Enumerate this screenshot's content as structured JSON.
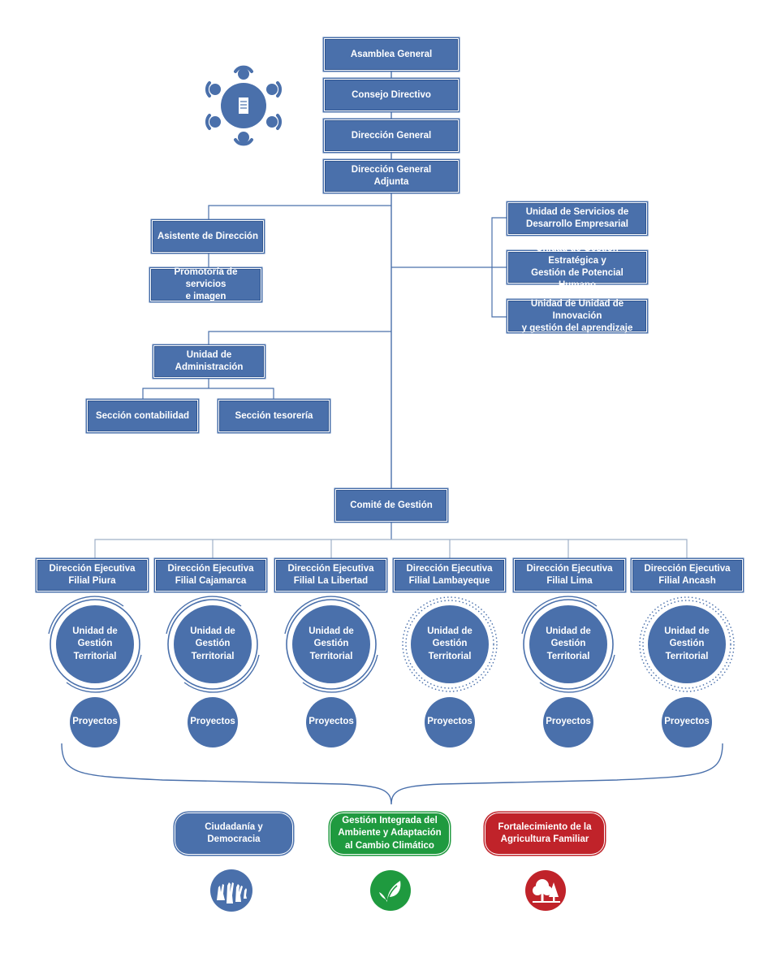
{
  "colors": {
    "primary": "#4a70ab",
    "primary_border": "#2f5590",
    "green": "#1f9a3f",
    "red": "#c0232a",
    "line": "#4a70ab",
    "light_line": "#9fb0c8"
  },
  "top_chain": [
    "Asamblea General",
    "Consejo Directivo",
    "Dirección General",
    "Dirección General\nAdjunta"
  ],
  "left_units": {
    "asistente": "Asistente de Dirección",
    "promotoria": "Promotoría de servicios\ne imagen",
    "administracion": "Unidad de\nAdministración",
    "contabilidad": "Sección contabilidad",
    "tesoreria": "Sección tesorería"
  },
  "right_units": [
    "Unidad de Servicios de\nDesarrollo Empresarial",
    "Unidad de Gestión Estratégica y\nGestión de Potencial Humano",
    "Unidad de Unidad de Innovación\ny gestión del aprendizaje"
  ],
  "comite": "Comité de Gestión",
  "filiales": [
    {
      "title": "Dirección Ejecutiva\nFilial Piura",
      "unit": "Unidad de\nGestión\nTerritorial",
      "projects": "Proyectos",
      "ring_style": "solid"
    },
    {
      "title": "Dirección Ejecutiva\nFilial Cajamarca",
      "unit": "Unidad de\nGestión\nTerritorial",
      "projects": "Proyectos",
      "ring_style": "solid"
    },
    {
      "title": "Dirección Ejecutiva\nFilial La Libertad",
      "unit": "Unidad de\nGestión\nTerritorial",
      "projects": "Proyectos",
      "ring_style": "solid"
    },
    {
      "title": "Dirección Ejecutiva\nFilial Lambayeque",
      "unit": "Unidad de\nGestión\nTerritorial",
      "projects": "Proyectos",
      "ring_style": "dotted"
    },
    {
      "title": "Dirección Ejecutiva\nFilial Lima",
      "unit": "Unidad de\nGestión\nTerritorial",
      "projects": "Proyectos",
      "ring_style": "solid"
    },
    {
      "title": "Dirección Ejecutiva\nFilial Ancash",
      "unit": "Unidad de\nGestión\nTerritorial",
      "projects": "Proyectos",
      "ring_style": "dotted"
    }
  ],
  "pillars": [
    {
      "label": "Ciudadanía y\nDemocracia",
      "color": "#4a70ab",
      "icon": "raised-hands-icon"
    },
    {
      "label": "Gestión Integrada del\nAmbiente y Adaptación\nal Cambio Climático",
      "color": "#1f9a3f",
      "icon": "leaf-icon"
    },
    {
      "label": "Fortalecimiento de la\nAgricultura Familiar",
      "color": "#c0232a",
      "icon": "trees-icon"
    }
  ],
  "meeting_icon": "meeting-table-icon"
}
